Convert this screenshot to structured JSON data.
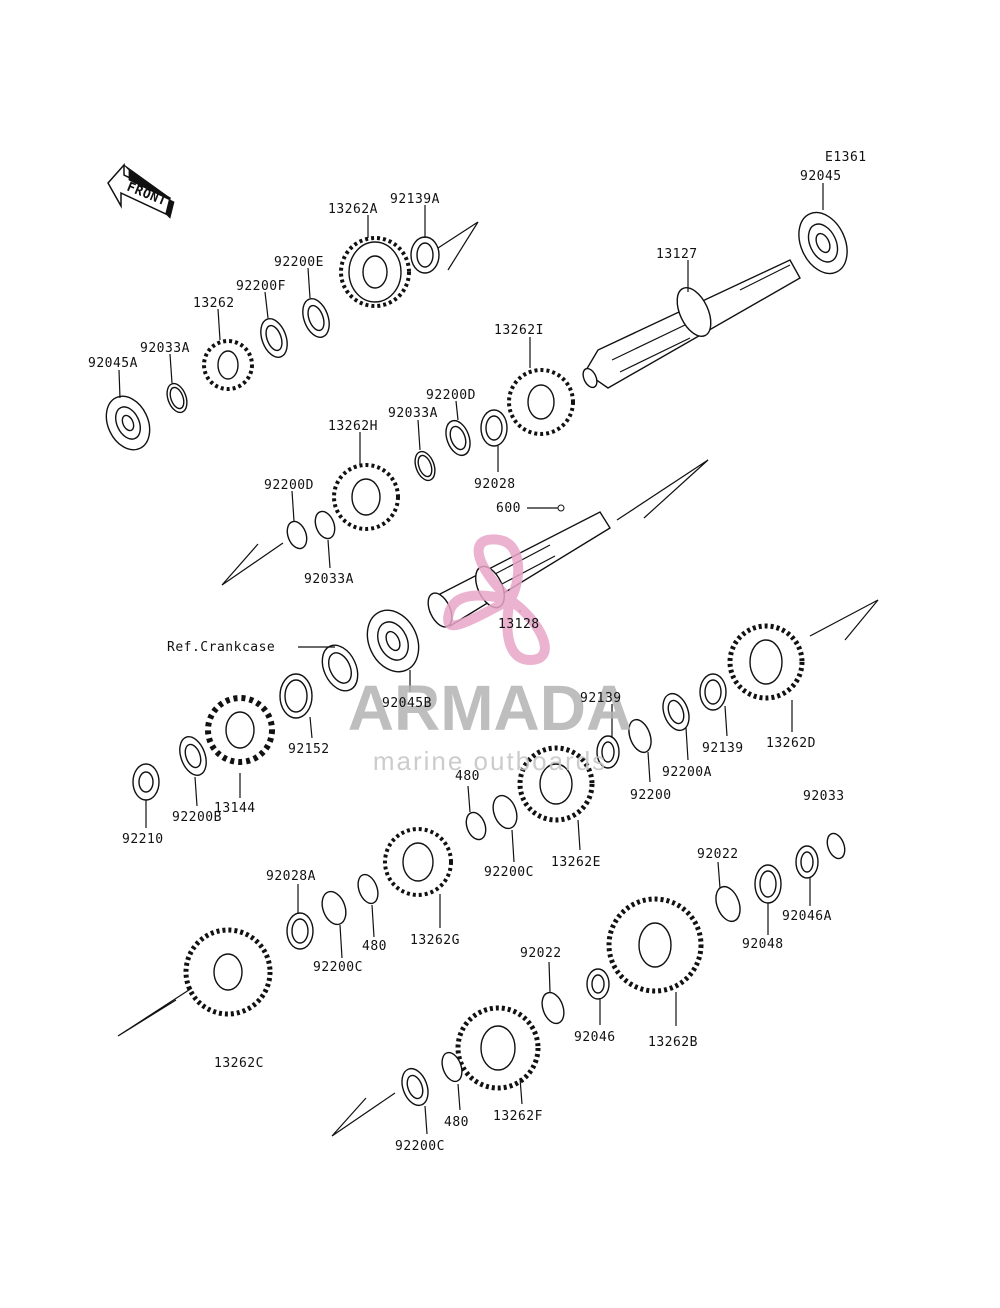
{
  "diagram_code": "E1361",
  "front_label": "FRONT",
  "watermark": {
    "brand": "ARMADA",
    "tagline": "marine outboards",
    "color": "#e8a6c8"
  },
  "labels": {
    "p92045": "92045",
    "p13127": "13127",
    "p13262A": "13262A",
    "p92139A": "92139A",
    "p92200E": "92200E",
    "p92200F": "92200F",
    "p13262": "13262",
    "p92033A_top": "92033A",
    "p92045A": "92045A",
    "p13262I": "13262I",
    "p92200D_mid": "92200D",
    "p92033A_mid": "92033A",
    "p13262H": "13262H",
    "p92028": "92028",
    "p92200D_low": "92200D",
    "p92033A_low": "92033A",
    "p600": "600",
    "p13128": "13128",
    "ref_crankcase": "Ref.Crankcase",
    "p92045B": "92045B",
    "p92152": "92152",
    "p13144": "13144",
    "p92200B": "92200B",
    "p92210": "92210",
    "p92139_mid": "92139",
    "p92200": "92200",
    "p92200A": "92200A",
    "p92139_right": "92139",
    "p13262D": "13262D",
    "p92033": "92033",
    "p480_a": "480",
    "p92200C_a": "92200C",
    "p13262E": "13262E",
    "p92028A": "92028A",
    "p480_b": "480",
    "p92200C_b": "92200C",
    "p13262G": "13262G",
    "p92022_right": "92022",
    "p92048": "92048",
    "p92046A": "92046A",
    "p13262C": "13262C",
    "p92022_low": "92022",
    "p92046": "92046",
    "p13262B": "13262B",
    "p480_c": "480",
    "p13262F": "13262F",
    "p92200C_c": "92200C"
  }
}
